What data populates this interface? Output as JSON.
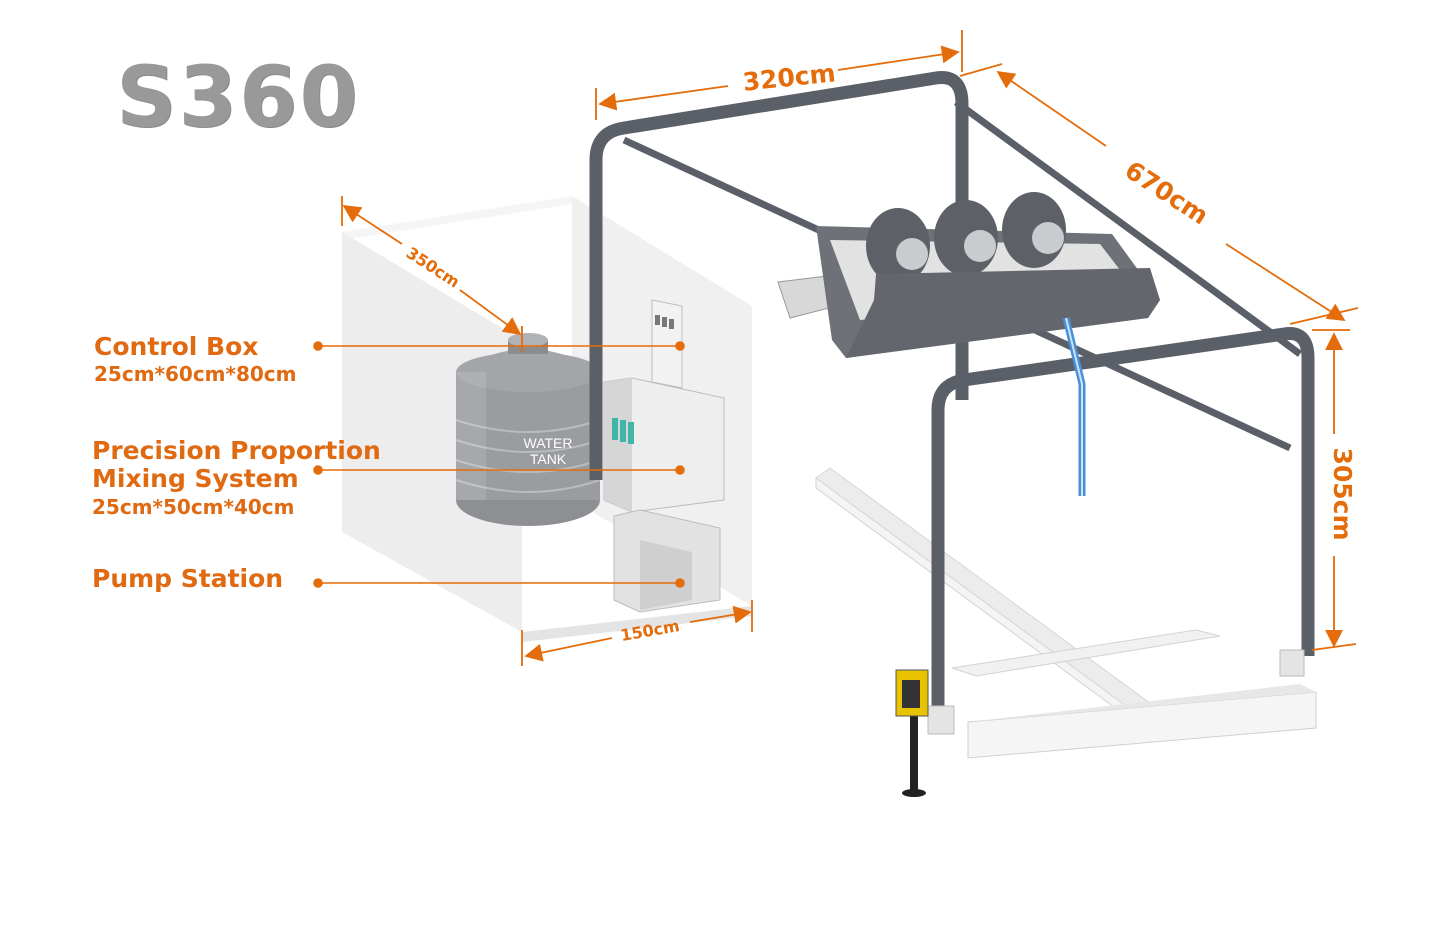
{
  "title": "S360",
  "labels": {
    "control_box": {
      "name": "Control Box",
      "size": "25cm*60cm*80cm"
    },
    "mixing_system": {
      "name_line1": "Precision Proportion",
      "name_line2": "Mixing System",
      "size": "25cm*50cm*40cm"
    },
    "pump_station": {
      "name": "Pump Station"
    }
  },
  "tank_label": {
    "line1": "WATER",
    "line2": "TANK"
  },
  "dimensions": {
    "width": "320cm",
    "length": "670cm",
    "height": "305cm",
    "room_depth": "350cm",
    "room_width": "150cm"
  },
  "colors": {
    "accent": "#e46c0a",
    "frame": "#5b6068",
    "title": "#999999",
    "hose": "#4a90d9",
    "sensor": "#e8c400"
  }
}
